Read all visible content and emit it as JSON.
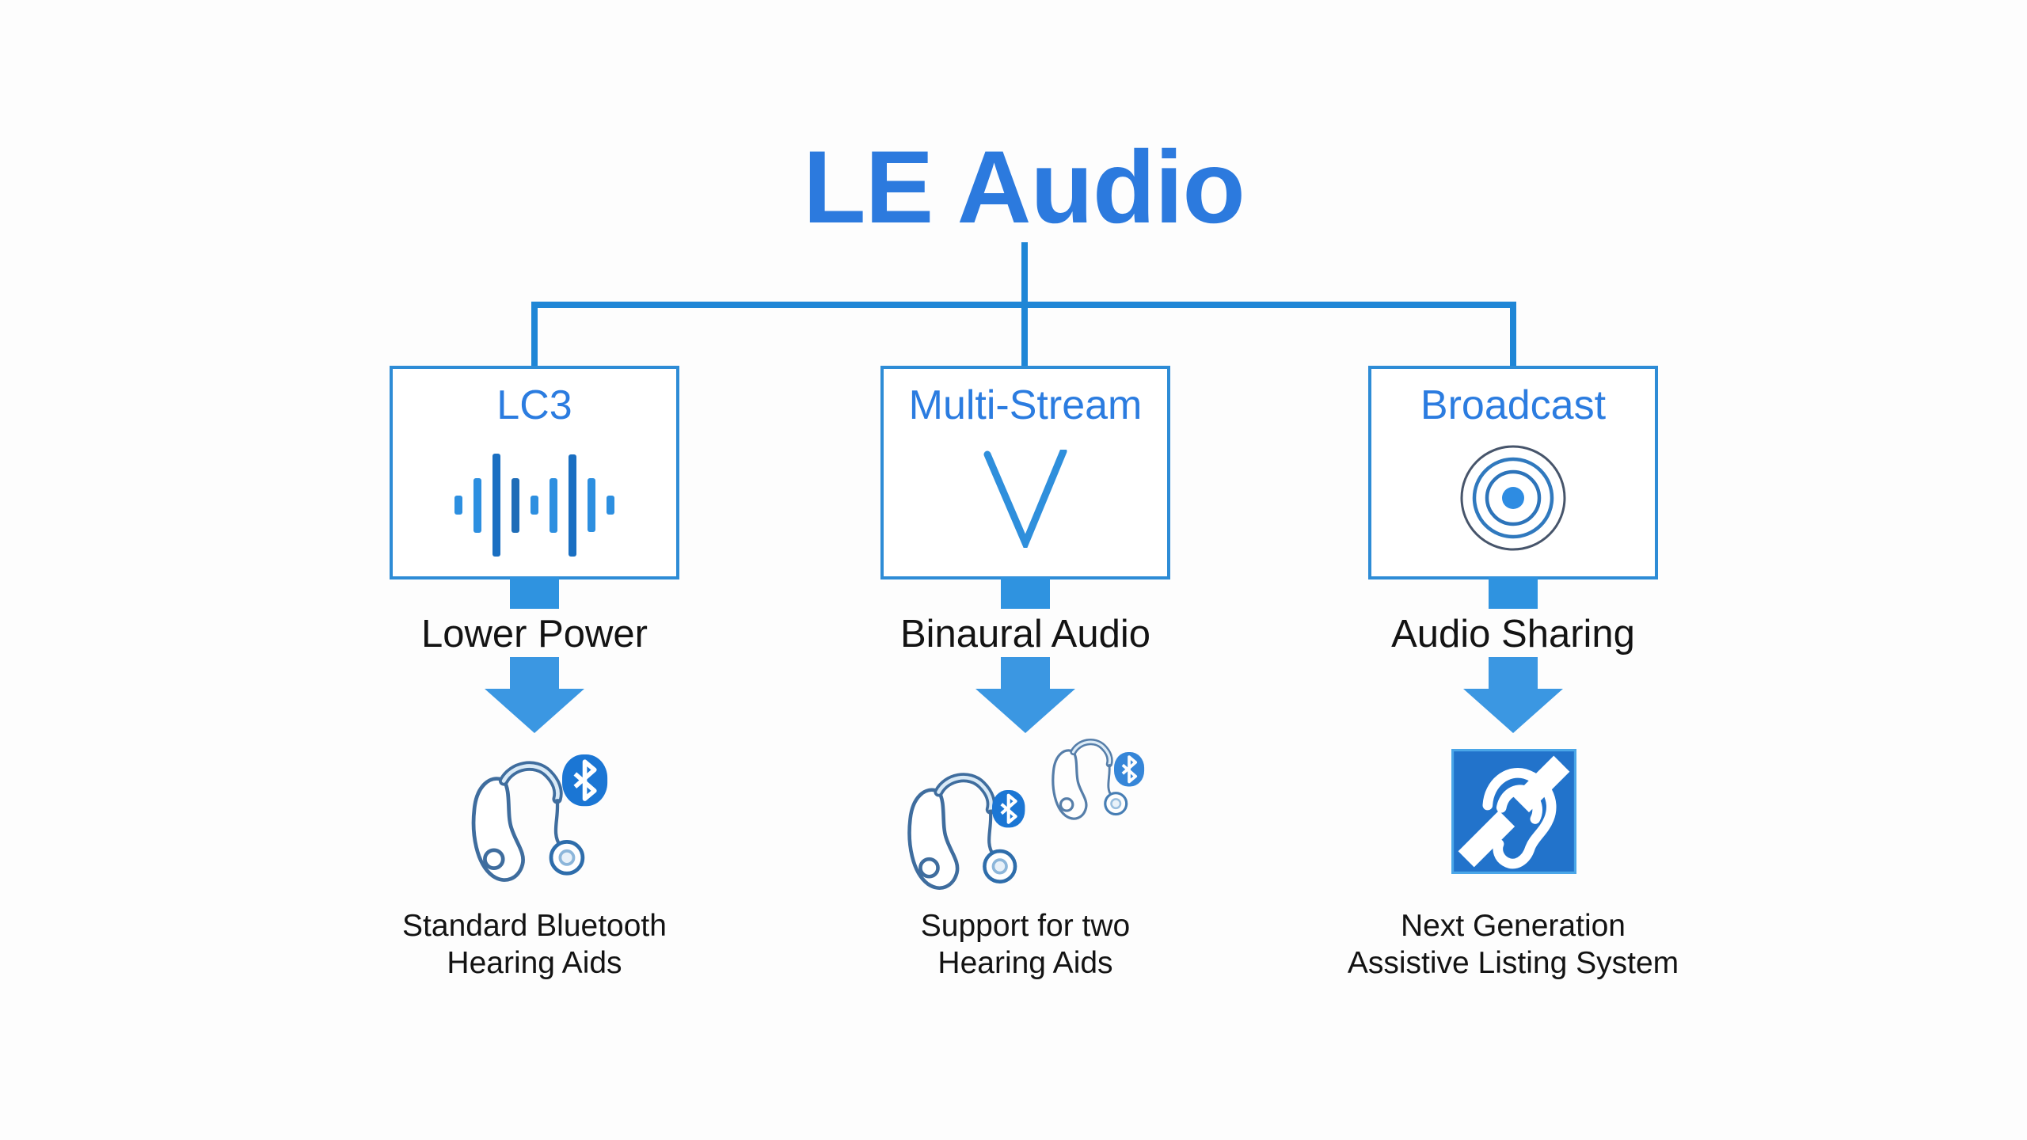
{
  "title": "LE Audio",
  "colors": {
    "accent_blue": "#2c7ade",
    "connector_blue": "#1f86d6",
    "box_border_blue": "#2e8cd6",
    "arrow_blue": "#3b97e2",
    "waveform_blue": "#2d8fe0",
    "bluetooth_badge_blue": "#1b76d4",
    "assistive_symbol_blue": "#2273cb",
    "text_black": "#131313"
  },
  "columns": [
    {
      "box_label": "LC3",
      "box_icon": "audio-waveform-icon",
      "feature_label": "Lower Power",
      "result_icon": "hearing-aid-with-bluetooth-icon",
      "caption": [
        "Standard Bluetooth",
        "Hearing Aids"
      ]
    },
    {
      "box_label": "Multi-Stream",
      "box_icon": "checkmark-v-icon",
      "feature_label": "Binaural Audio",
      "result_icon": "two-hearing-aids-with-bluetooth-icon",
      "caption": [
        "Support for two",
        "Hearing Aids"
      ]
    },
    {
      "box_label": "Broadcast",
      "box_icon": "broadcast-bullseye-icon",
      "feature_label": "Audio Sharing",
      "result_icon": "assistive-listening-system-icon",
      "caption": [
        "Next Generation",
        "Assistive Listing System"
      ]
    }
  ]
}
